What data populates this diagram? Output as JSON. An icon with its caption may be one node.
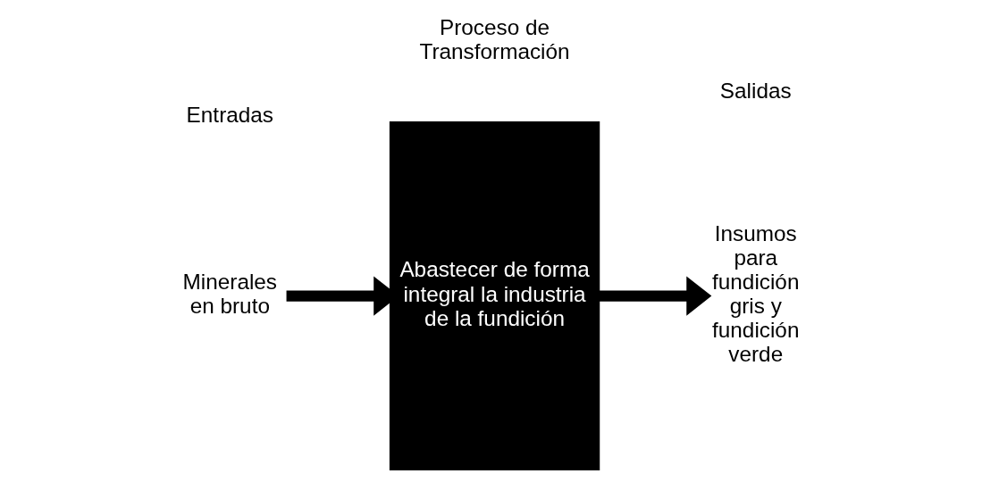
{
  "diagram": {
    "nodes": [
      {
        "text": [
          "Minerales en bruto"
        ]
      },
      {
        "text": [
          "Abastecer de forma integral la industria de la fundición"
        ]
      },
      {
        "text": [
          "Insumos para fundición gris y fundición verde"
        ]
      }
    ],
    "edges": [
      {
        "from": 0,
        "to": 1,
        "arrow": "to"
      },
      {
        "from": 1,
        "to": 2,
        "arrow": "to"
      }
    ],
    "labels": [
      "Entradas",
      "Proceso de Transformación",
      "Salidas"
    ]
  }
}
